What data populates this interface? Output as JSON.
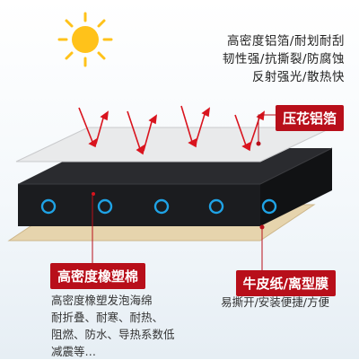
{
  "properties": [
    "高密度铝箔/耐划耐刮",
    "韧性强/抗撕裂/防腐蚀",
    "反射强光/散热快"
  ],
  "labels": {
    "foil": "压花铝箔",
    "foam": "高密度橡塑棉",
    "paper": "牛皮纸/离型膜"
  },
  "foam_description": [
    "高密度橡塑发泡海绵",
    "耐折叠、耐寒、耐热、",
    "阻燃、防水、导热系数低",
    "减震等…"
  ],
  "paper_description": "易撕开/安装便捷/方便",
  "colors": {
    "accent_red": "#b80f1a",
    "foam_black": "#1b1c1f",
    "foil_silver": "#e9eaeb",
    "paper_kraft": "#e6d4ad",
    "icon_blue": "#1fa3e6",
    "sun_yellow": "#ffc21a"
  }
}
